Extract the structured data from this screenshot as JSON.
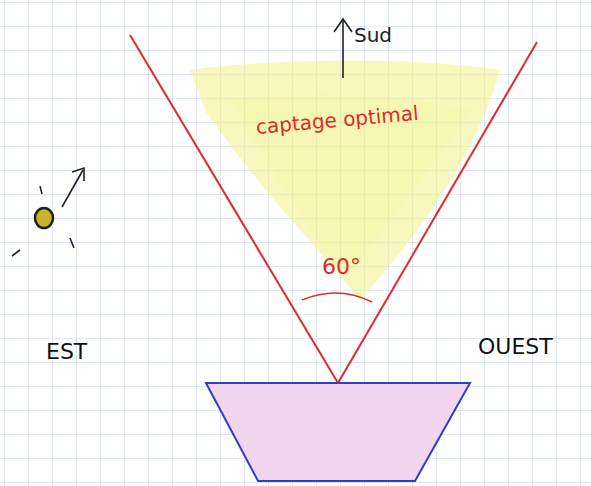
{
  "diagram": {
    "labels": [
      "Sud",
      "captage optimal",
      "60°",
      "EST",
      "OUEST"
    ]
  }
}
